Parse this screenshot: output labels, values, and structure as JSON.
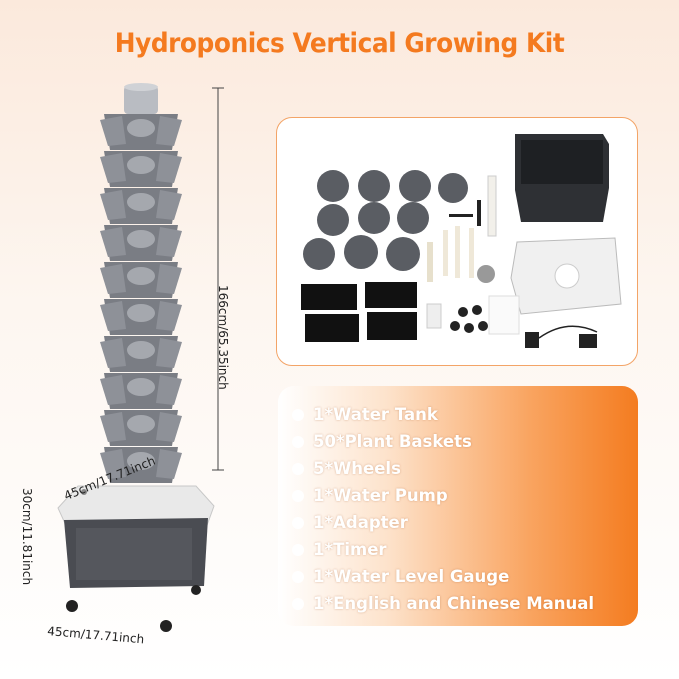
{
  "title": "Hydroponics Vertical Growing Kit",
  "dimensions": {
    "height": "166cm/65.35inch",
    "side": "45cm/17.71inch",
    "depth": "30cm/11.81inch",
    "width": "45cm/17.71inch"
  },
  "kit_items": [
    "1*Water Tank",
    "50*Plant Baskets",
    "5*Wheels",
    "1*Water Pump",
    "1*Adapter",
    "1*Timer",
    "1*Water Level Gauge",
    "1*English and Chinese Manual"
  ],
  "colors": {
    "title_orange": "#f47a1f",
    "tower_gray": "#7a7d84",
    "panel_orange": "#f47c20"
  }
}
